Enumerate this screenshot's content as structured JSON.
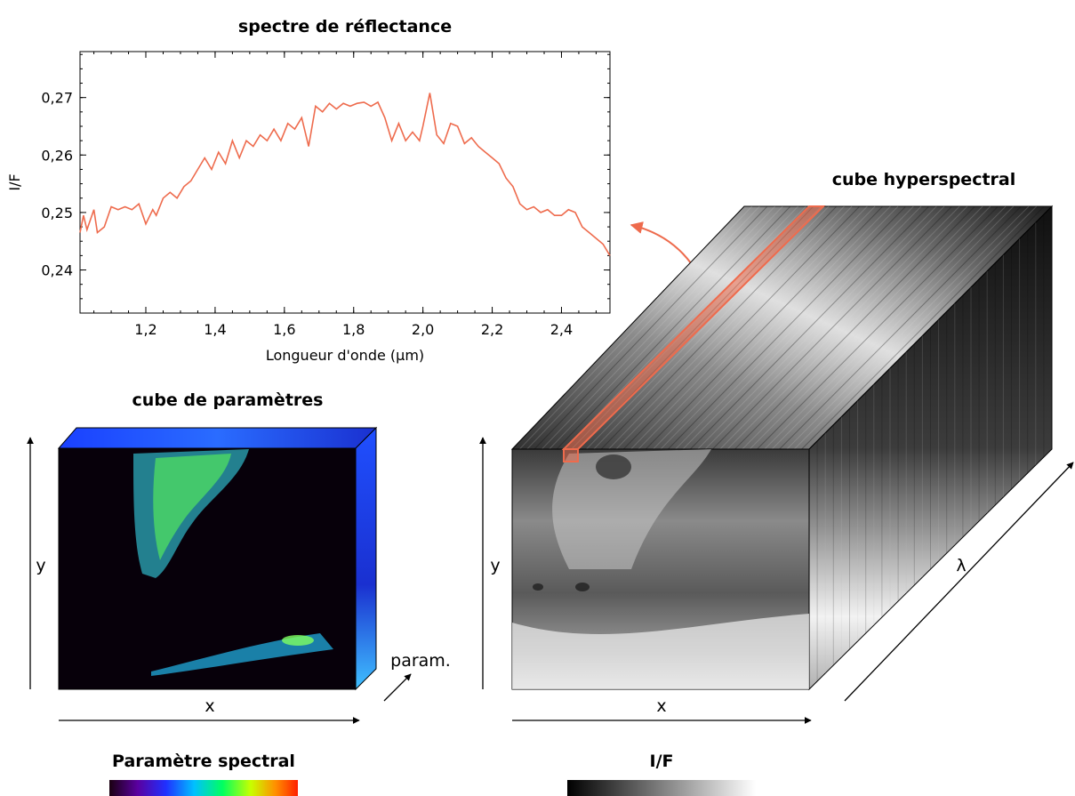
{
  "chart_data": {
    "type": "line",
    "title": "spectre de réflectance",
    "xlabel": "Longueur d'onde (µm)",
    "ylabel": "I/F",
    "xlim": [
      1.01,
      2.54
    ],
    "ylim": [
      0.2325,
      0.278
    ],
    "x_ticks": [
      "1,2",
      "1,4",
      "1,6",
      "1,8",
      "2,0",
      "2,2",
      "2,4"
    ],
    "x_tick_values": [
      1.2,
      1.4,
      1.6,
      1.8,
      2.0,
      2.2,
      2.4
    ],
    "y_ticks": [
      "0,24",
      "0,25",
      "0,26",
      "0,27"
    ],
    "y_tick_values": [
      0.24,
      0.25,
      0.26,
      0.27
    ],
    "line_color": "#ee6b4d",
    "series": [
      {
        "x": [
          1.01,
          1.02,
          1.03,
          1.05,
          1.06,
          1.08,
          1.1,
          1.12,
          1.14,
          1.16,
          1.18,
          1.2,
          1.22,
          1.23,
          1.25,
          1.27,
          1.29,
          1.31,
          1.33,
          1.35,
          1.37,
          1.39,
          1.41,
          1.43,
          1.45,
          1.47,
          1.49,
          1.51,
          1.53,
          1.55,
          1.57,
          1.59,
          1.61,
          1.63,
          1.65,
          1.67,
          1.69,
          1.71,
          1.73,
          1.75,
          1.77,
          1.79,
          1.81,
          1.83,
          1.85,
          1.87,
          1.89,
          1.91,
          1.93,
          1.95,
          1.97,
          1.99,
          2.0,
          2.02,
          2.04,
          2.06,
          2.08,
          2.1,
          2.12,
          2.14,
          2.16,
          2.18,
          2.2,
          2.22,
          2.24,
          2.26,
          2.28,
          2.3,
          2.32,
          2.34,
          2.36,
          2.38,
          2.4,
          2.42,
          2.44,
          2.46,
          2.48,
          2.5,
          2.52,
          2.54
        ],
        "values": [
          0.2465,
          0.2495,
          0.247,
          0.2505,
          0.2465,
          0.2475,
          0.251,
          0.2505,
          0.251,
          0.2505,
          0.2515,
          0.248,
          0.2505,
          0.2495,
          0.2525,
          0.2535,
          0.2525,
          0.2545,
          0.2555,
          0.2575,
          0.2595,
          0.2575,
          0.2605,
          0.2585,
          0.2625,
          0.2595,
          0.2625,
          0.2615,
          0.2635,
          0.2625,
          0.2645,
          0.2625,
          0.2655,
          0.2645,
          0.2665,
          0.2615,
          0.2685,
          0.2675,
          0.269,
          0.268,
          0.269,
          0.2685,
          0.269,
          0.2692,
          0.2685,
          0.2692,
          0.2665,
          0.2625,
          0.2655,
          0.2625,
          0.264,
          0.2625,
          0.265,
          0.2708,
          0.2635,
          0.262,
          0.2655,
          0.265,
          0.262,
          0.263,
          0.2615,
          0.2605,
          0.2595,
          0.2585,
          0.256,
          0.2545,
          0.2515,
          0.2505,
          0.251,
          0.25,
          0.2505,
          0.2495,
          0.2495,
          0.2505,
          0.25,
          0.2475,
          0.2465,
          0.2455,
          0.2445,
          0.2425
        ]
      }
    ]
  },
  "labels": {
    "cube_hyperspectral_title": "cube hyperspectral",
    "cube_params_title": "cube de paramètres",
    "param_axis": "param.",
    "x_axis_left": "x",
    "x_axis_right": "x",
    "y_axis_left": "y",
    "y_axis_right": "y",
    "lambda_axis": "λ",
    "colorbar_spectral_title": "Paramètre spectral",
    "colorbar_if_title": "I/F"
  },
  "colors": {
    "highlight": "#ee6b4d",
    "spectral_gradient": [
      "#1a0010",
      "#5a00a0",
      "#2030ff",
      "#00c0ff",
      "#00ff60",
      "#c8ff00",
      "#ff9000",
      "#ff2000"
    ],
    "greyscale_gradient": [
      "#000000",
      "#ffffff"
    ]
  }
}
